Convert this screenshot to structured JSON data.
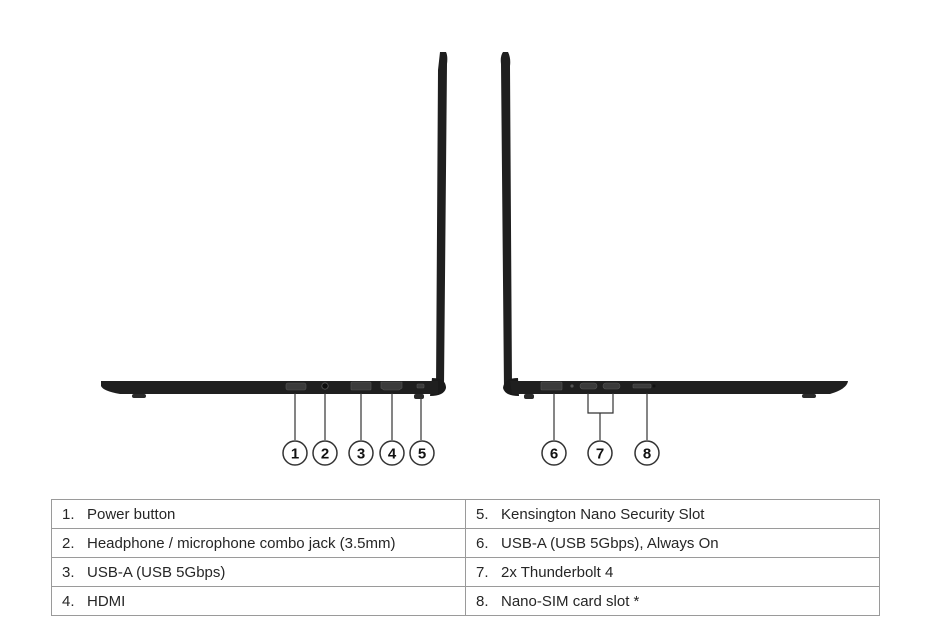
{
  "colors": {
    "chassis": "#1f1f1f",
    "port": "#3b3b3b",
    "callout_line": "#333333",
    "table_border": "#9a9a9a"
  },
  "callouts": [
    "1",
    "2",
    "3",
    "4",
    "5",
    "6",
    "7",
    "8"
  ],
  "ports_table": {
    "rows": [
      [
        {
          "num": "1.",
          "label": "Power button"
        },
        {
          "num": "5.",
          "label": "Kensington Nano Security Slot"
        }
      ],
      [
        {
          "num": "2.",
          "label": "Headphone / microphone combo jack (3.5mm)"
        },
        {
          "num": "6.",
          "label": "USB-A (USB 5Gbps), Always On"
        }
      ],
      [
        {
          "num": "3.",
          "label": "USB-A (USB 5Gbps)"
        },
        {
          "num": "7.",
          "label": "2x Thunderbolt 4"
        }
      ],
      [
        {
          "num": "4.",
          "label": "HDMI"
        },
        {
          "num": "8.",
          "label": "Nano-SIM card slot *"
        }
      ]
    ]
  }
}
